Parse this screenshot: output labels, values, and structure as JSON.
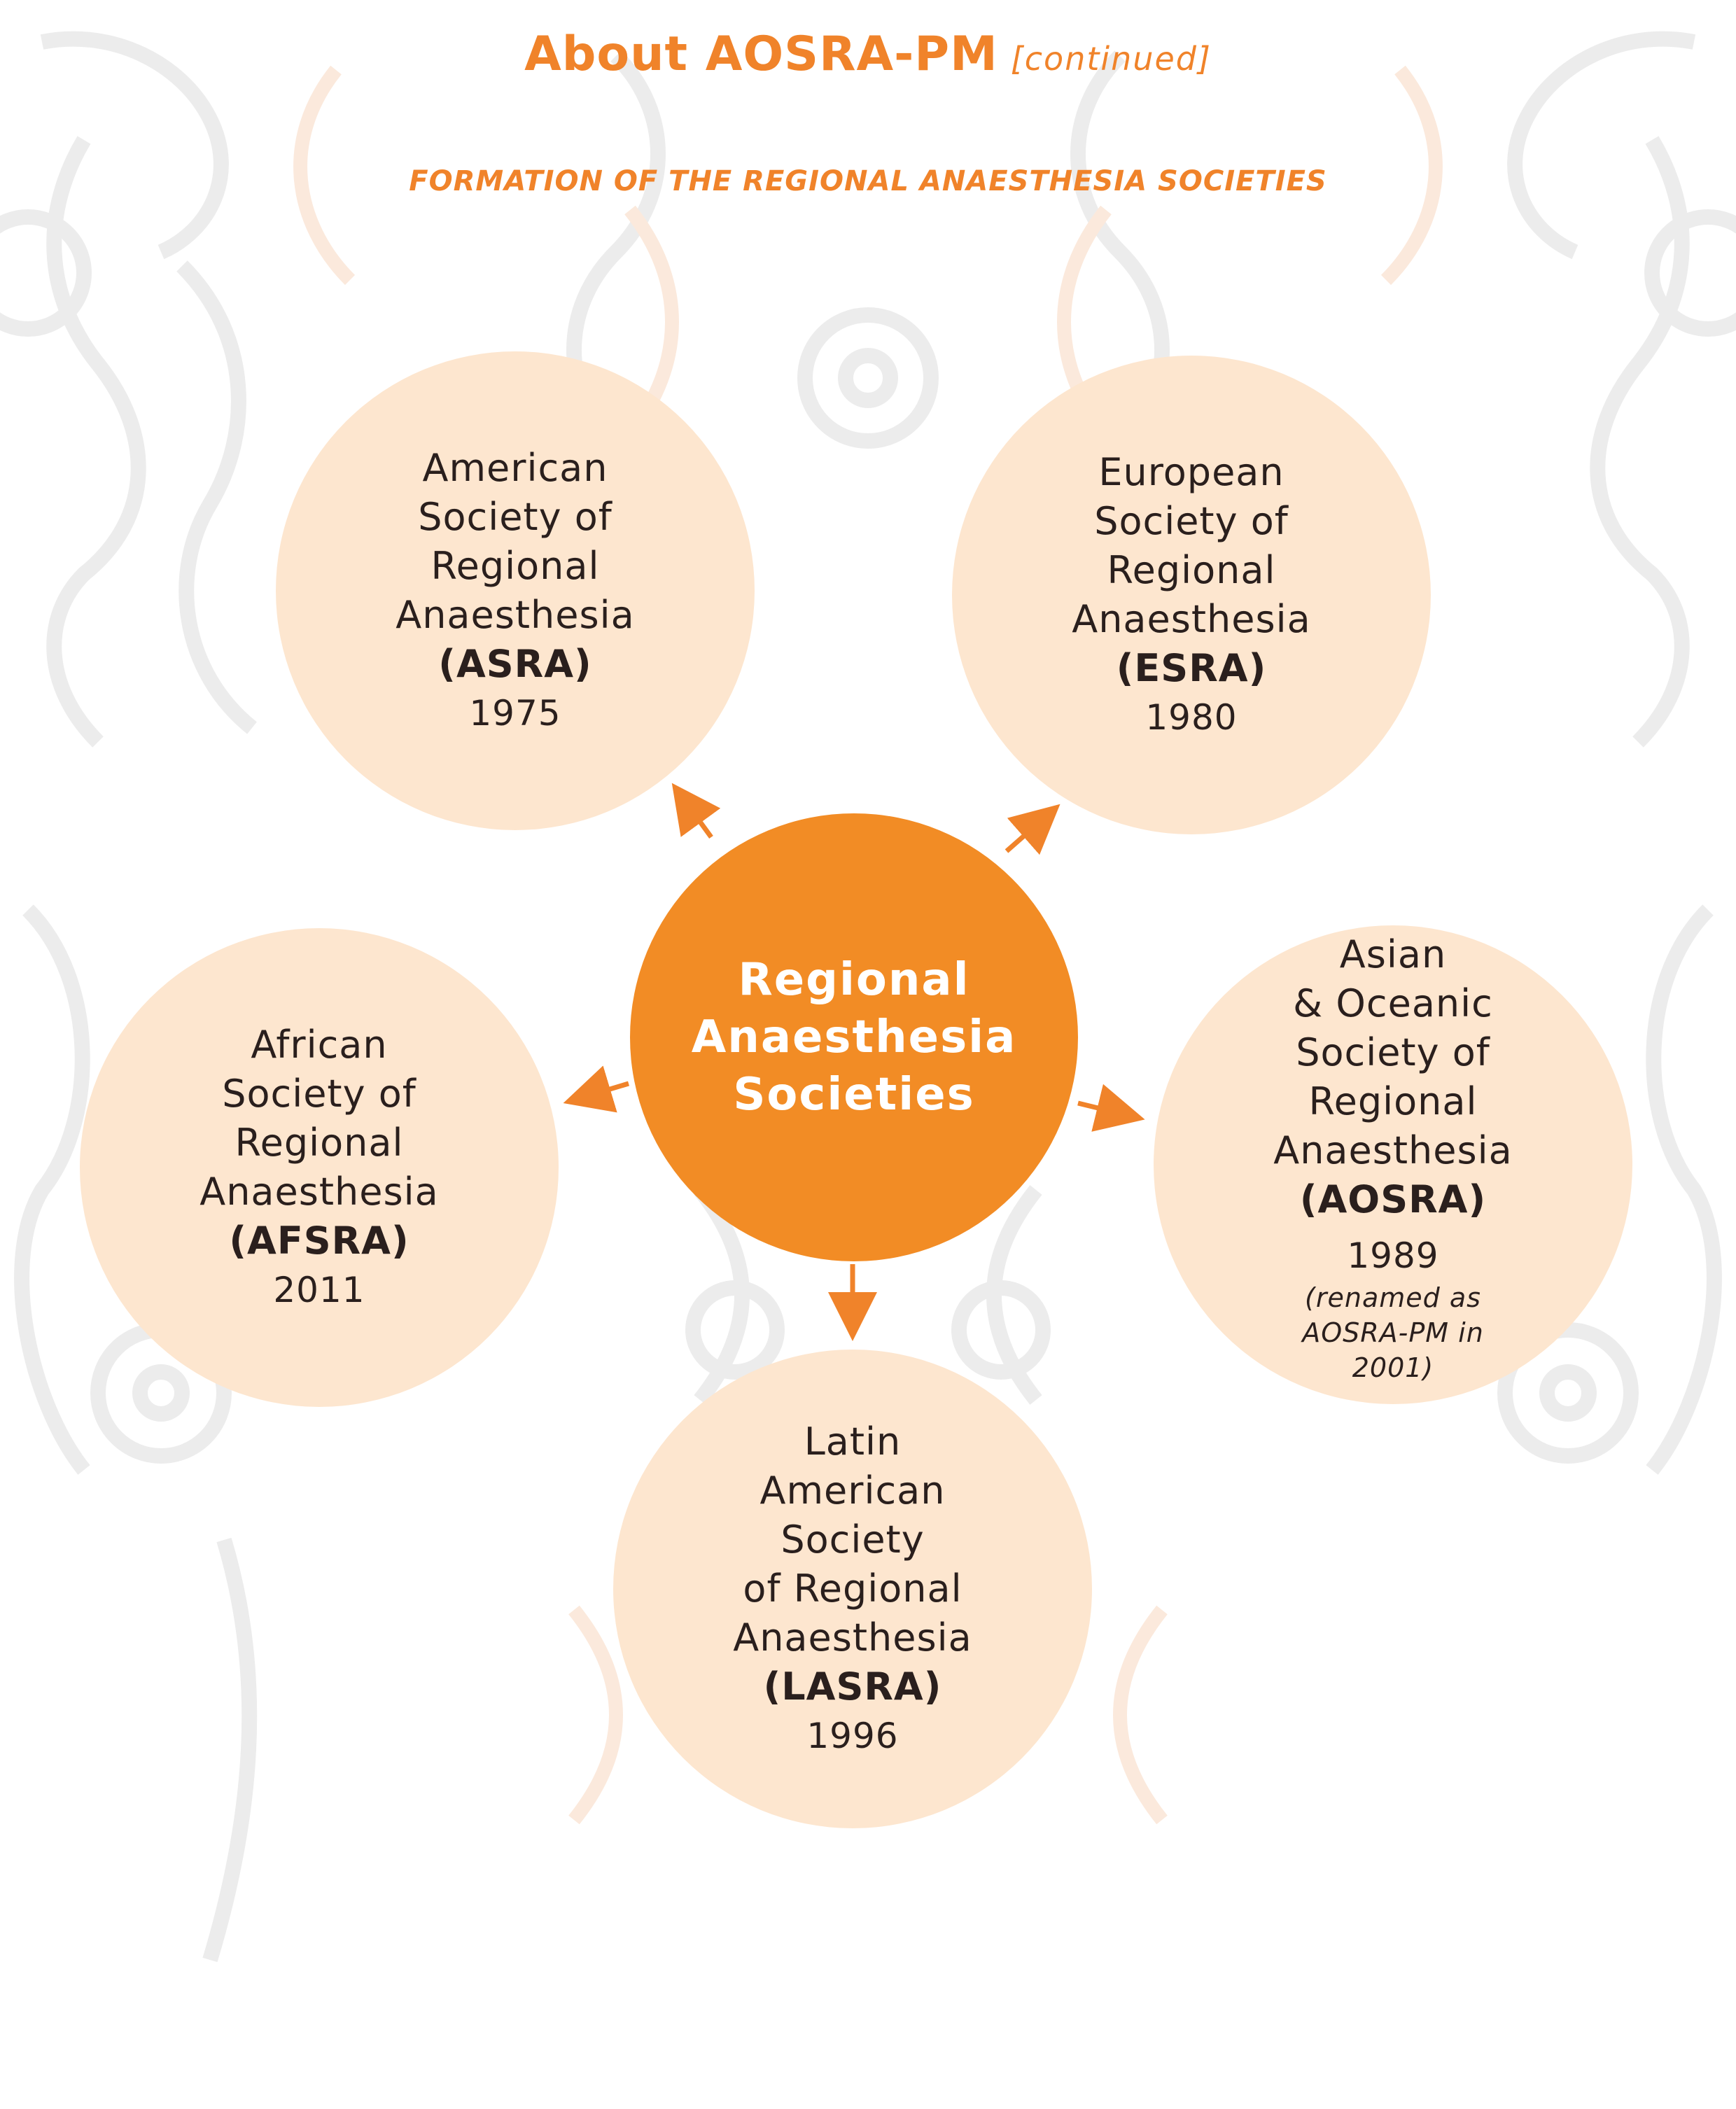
{
  "header": {
    "title": "About AOSRA-PM",
    "title_suffix": "[continued]",
    "subtitle": "FORMATION OF THE REGIONAL ANAESTHESIA SOCIETIES"
  },
  "center": {
    "label": "Regional\nAnaesthesia\nSocieties"
  },
  "societies": {
    "asra": {
      "name": "American\nSociety of\nRegional\nAnaesthesia",
      "abbr": "(ASRA)",
      "year": "1975"
    },
    "esra": {
      "name": "European\nSociety of\nRegional\nAnaesthesia",
      "abbr": "(ESRA)",
      "year": "1980"
    },
    "aosra": {
      "name": "Asian\n& Oceanic\nSociety of\nRegional\nAnaesthesia",
      "abbr": "(AOSRA)",
      "year": "1989",
      "note": "(renamed as\nAOSRA-PM in\n2001)"
    },
    "lasra": {
      "name": "Latin\nAmerican\nSociety\nof Regional\nAnaesthesia",
      "abbr": "(LASRA)",
      "year": "1996"
    },
    "afsra": {
      "name": "African\nSociety of\nRegional\nAnaesthesia",
      "abbr": "(AFSRA)",
      "year": "2011"
    }
  },
  "colors": {
    "accent": "#f0832a",
    "center_fill": "#f28c25",
    "circle_fill": "#fde6cf",
    "text": "#2a1f1d",
    "pattern": "#ebebeb"
  }
}
